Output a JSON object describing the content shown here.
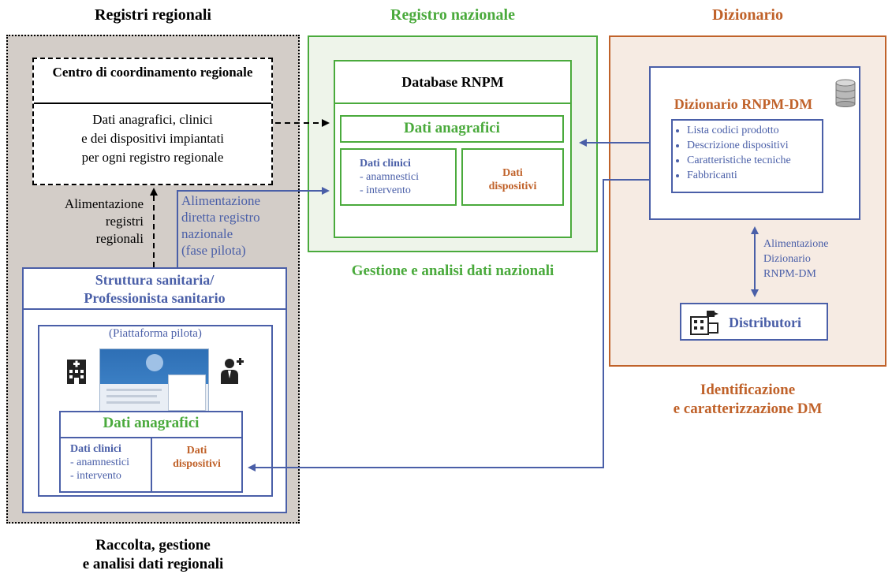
{
  "regional": {
    "title": "Registri regionali",
    "centro_title": "Centro di coordinamento regionale",
    "centro_body": [
      "Dati anagrafici, clinici",
      "e dei dispositivi impiantati",
      "per ogni registro regionale"
    ],
    "alimentazione_regionali": [
      "Alimentazione",
      "registri",
      "regionali"
    ],
    "alimentazione_diretta": [
      "Alimentazione",
      "diretta registro",
      "nazionale",
      "(fase pilota)"
    ],
    "struttura_title": [
      "Struttura sanitaria/",
      "Professionista sanitario"
    ],
    "piattaforma_label": "(Piattaforma pilota)",
    "dati_anagrafici": "Dati anagrafici",
    "dati_clinici": "Dati clinici",
    "clinici_items": [
      "- anamnestici",
      "- intervento"
    ],
    "dati_dispositivi": [
      "Dati",
      "dispositivi"
    ],
    "caption": [
      "Raccolta, gestione",
      "e analisi dati regionali"
    ]
  },
  "national": {
    "title": "Registro nazionale",
    "db_title": "Database RNPM",
    "dati_anagrafici": "Dati anagrafici",
    "dati_clinici": "Dati clinici",
    "clinici_items": [
      "- anamnestici",
      "- intervento"
    ],
    "dati_dispositivi": [
      "Dati",
      "dispositivi"
    ],
    "caption": "Gestione e analisi dati nazionali"
  },
  "dictionary": {
    "title": "Dizionario",
    "diz_title": "Dizionario RNPM-DM",
    "items": [
      "Lista codici prodotto",
      "Descrizione dispositivi",
      "Caratteristiche tecniche",
      "Fabbricanti"
    ],
    "alimentazione": [
      "Alimentazione",
      "Dizionario",
      "RNPM-DM"
    ],
    "distributori": "Distributori",
    "caption": [
      "Identificazione",
      "e caratterizzazione DM"
    ]
  },
  "colors": {
    "blue": "#4a5fa8",
    "green": "#4aaa3c",
    "orange": "#c0622a",
    "regional_bg": "#d3cdc8"
  },
  "icons": [
    "hospital-icon",
    "doctor-icon",
    "database-icon",
    "building-truck-icon"
  ]
}
